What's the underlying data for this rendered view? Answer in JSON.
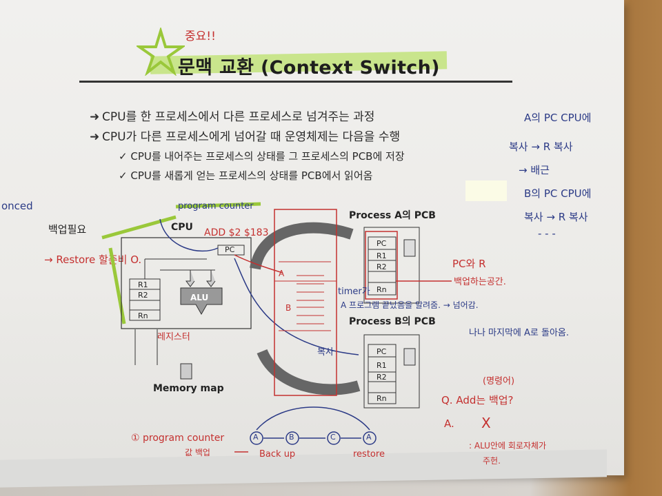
{
  "title": {
    "annotation": "중요!!",
    "text": "문맥 교환 (Context Switch)"
  },
  "bullets": [
    "CPU를 한 프로세스에서 다른 프로세스로 넘겨주는 과정",
    "CPU가 다른 프로세스에게 넘어갈 때 운영체제는 다음을 수행"
  ],
  "sub_bullets": [
    "CPU를 내어주는 프로세스의 상태를 그 프로세스의 PCB에 저장",
    "CPU를 새롭게 얻는 프로세스의 상태를 PCB에서 읽어옴"
  ],
  "diagram": {
    "cpu_label": "CPU",
    "pc": "PC",
    "regs": [
      "R1",
      "R2",
      "Rn"
    ],
    "alu": "ALU",
    "memory_map": "Memory map",
    "pcb_a_title": "Process A의 PCB",
    "pcb_b_title": "Process B의 PCB",
    "pcb_regs": [
      "PC",
      "R1",
      "R2",
      "Rn"
    ]
  },
  "handwritten": {
    "top_left_margin": "onced",
    "backup": "백업필요",
    "restore": "→ Restore 할준비 O.",
    "program_counter": "program counter",
    "add_instr": "ADD $2 $183",
    "register": "레지스터",
    "mark_a": "A",
    "mark_b": "B",
    "timer": "timer가",
    "timer_note": "A 프로그램 끝났음을 알려줌. → 넘어감.",
    "pc_r": "PC와 R",
    "backup_space": "백업하는공간.",
    "copy": "복사",
    "return_note": "나나 마지막에 A로 돌아옴.",
    "right_notes": [
      "A의 PC CPU에",
      "복사 → R 복사",
      "→ 배근",
      "B의 PC CPU에",
      "복사 → R 복사",
      "- - -"
    ],
    "command": "(명령어)",
    "q": "Q. Add는 백업?",
    "a_label": "A.",
    "a_value": "X",
    "alu_note_1": ": ALU안에 회로자체가",
    "alu_note_2": "주헌.",
    "bottom_pc": "① program counter",
    "bottom_pc2": "값 백업",
    "seq": [
      "A",
      "B",
      "C",
      "A"
    ],
    "backup_label": "Back up",
    "restore_label": "restore"
  }
}
